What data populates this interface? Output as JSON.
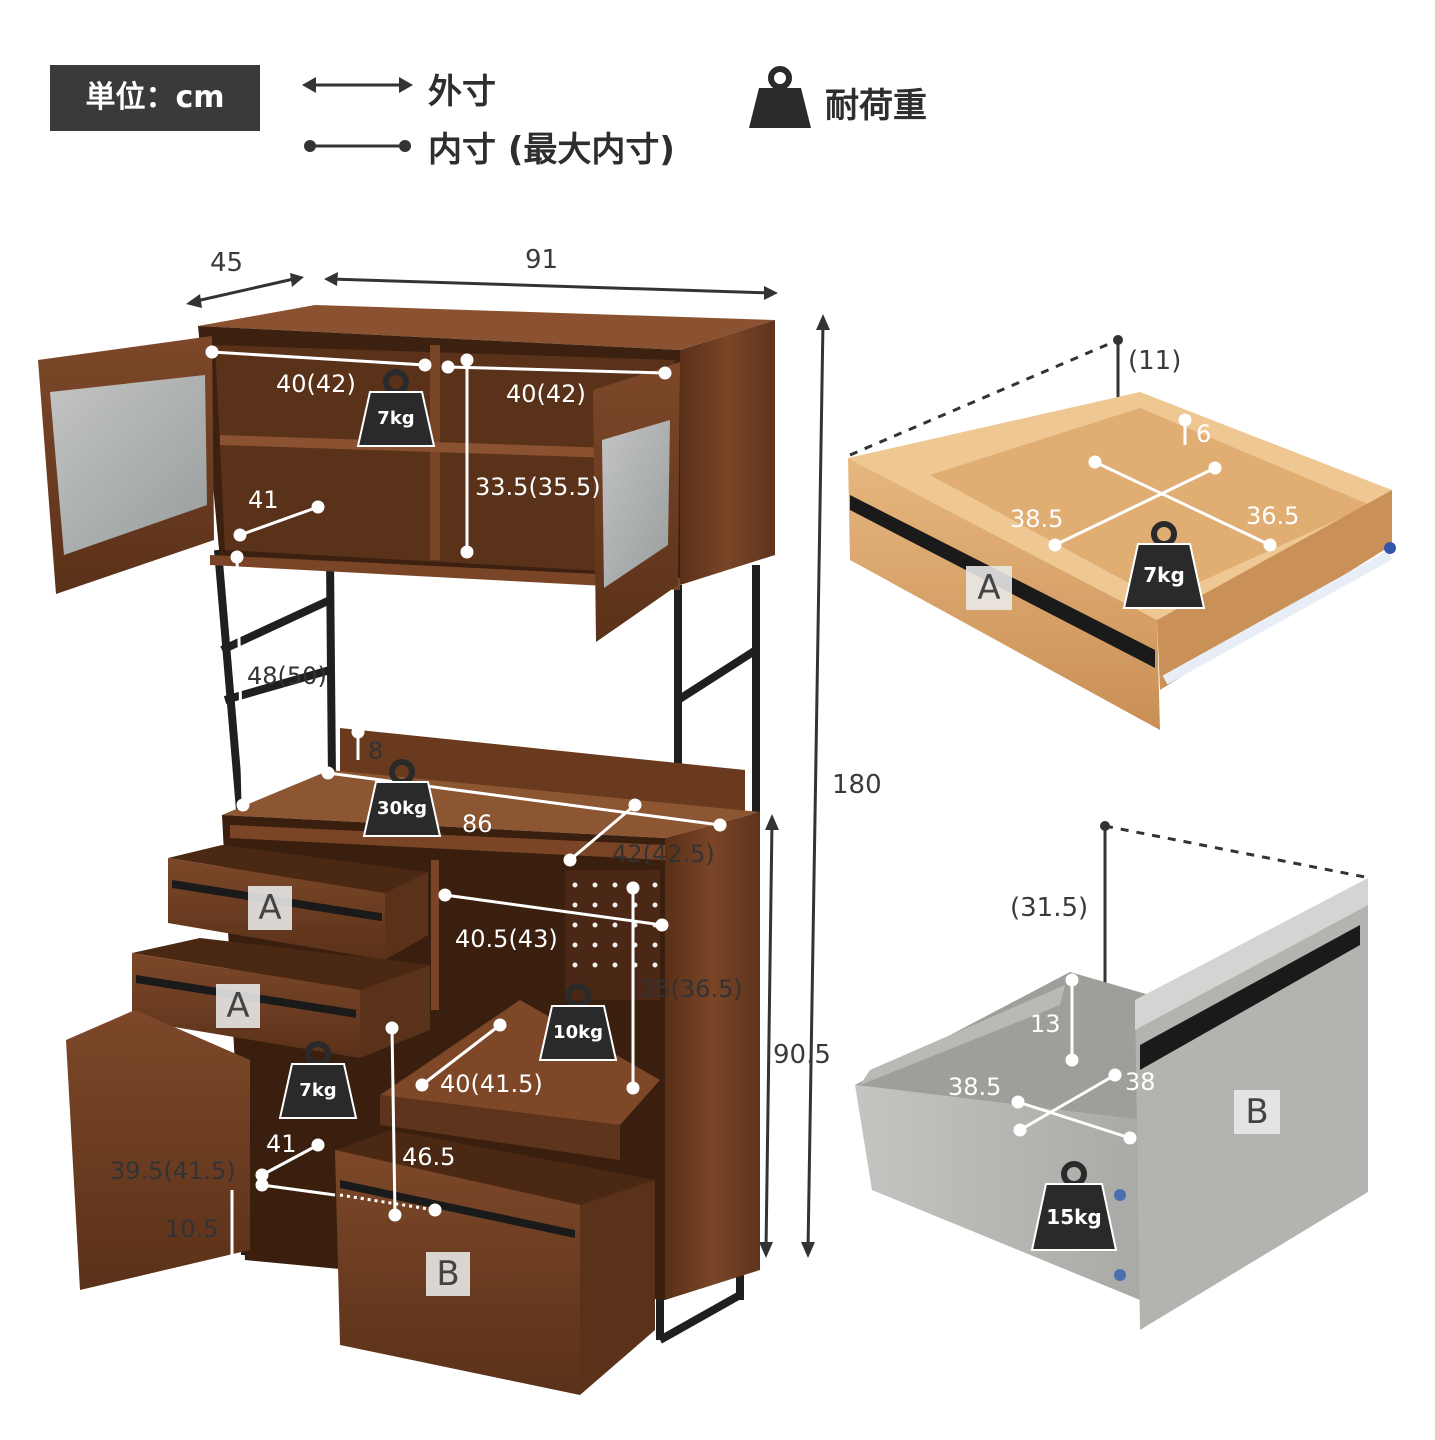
{
  "legend": {
    "unit": "単位：cm",
    "outer": "外寸",
    "inner": "内寸 (最大内寸)",
    "load": "耐荷重"
  },
  "cabinet": {
    "depth": "45",
    "width": "91",
    "height_total": "180",
    "height_lower": "90.5",
    "upper_left_width": "40(42)",
    "upper_right_width": "40(42)",
    "upper_depth": "41",
    "upper_shelf_height": "33.5(35.5)",
    "upper_load": "7kg",
    "open_height": "48(50)",
    "counter_lip": "8",
    "counter_width": "86",
    "counter_depth": "42(42.5)",
    "counter_load": "30kg",
    "slide_width": "40.5(43)",
    "slide_height": "35(36.5)",
    "slide_depth": "40(41.5)",
    "slide_load": "10kg",
    "door_load": "7kg",
    "door_depth": "41",
    "door_width": "39.5(41.5)",
    "door_bottom": "10.5",
    "drawer_b_height": "46.5",
    "drawer_a_label_1": "A",
    "drawer_a_label_2": "A",
    "drawer_b_label": "B"
  },
  "drawer_a": {
    "label": "A",
    "outer_height": "(11)",
    "inner_height": "6",
    "inner_width": "38.5",
    "inner_depth": "36.5",
    "load": "7kg"
  },
  "drawer_b": {
    "label": "B",
    "outer_height": "(31.5)",
    "inner_height": "13",
    "inner_width": "38.5",
    "inner_depth": "38",
    "load": "15kg"
  },
  "colors": {
    "walnut": "#6e3d22",
    "walnut_dark": "#4a2814",
    "oak": "#d9a56f",
    "grey_wood": "#b8b8b4",
    "frame": "#1f1f1f",
    "label_bg": "#3a3a3a"
  },
  "icons": [
    "weight-icon",
    "outer-arrow-icon",
    "inner-arrow-icon"
  ]
}
